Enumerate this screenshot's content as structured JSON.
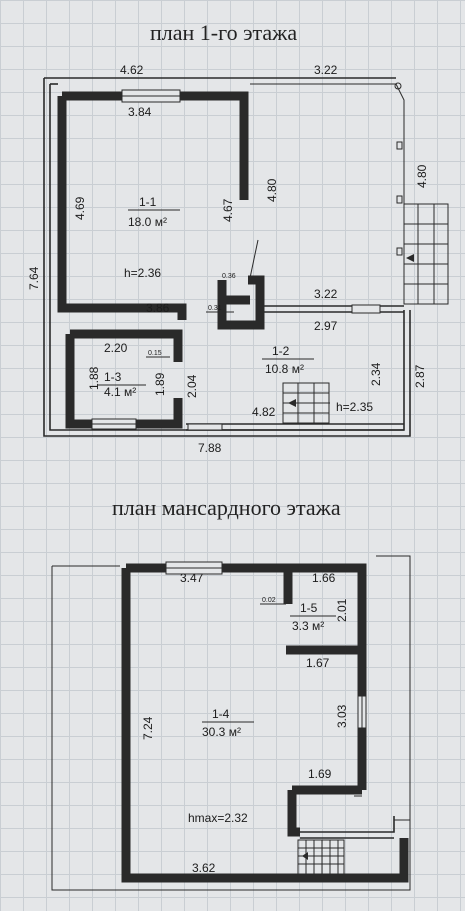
{
  "plan1": {
    "title": "план 1-го этажа",
    "dims": {
      "d462": "4.62",
      "d322a": "3.22",
      "d384": "3.84",
      "d469": "4.69",
      "d467": "4.67",
      "d480a": "4.80",
      "d480b": "4.80",
      "d764": "7.64",
      "d036": "0.36",
      "d031": "0.31",
      "d386": "3.86",
      "d322b": "3.22",
      "d297": "2.97",
      "d220": "2.20",
      "d015": "0.15",
      "d188": "1.88",
      "d189": "1.89",
      "d204": "2.04",
      "d234": "2.34",
      "d287": "2.87",
      "d482": "4.82",
      "d788": "7.88"
    },
    "rooms": [
      {
        "num": "1-1",
        "area": "18.0 м²"
      },
      {
        "num": "1-2",
        "area": "10.8 м²"
      },
      {
        "num": "1-3",
        "area": "4.1 м²"
      }
    ],
    "h1": "h=2.36",
    "h2": "h=2.35"
  },
  "plan2": {
    "title": "план мансардного этажа",
    "dims": {
      "d347": "3.47",
      "d166": "1.66",
      "d002": "0.02",
      "d201": "2.01",
      "d167": "1.67",
      "d724": "7.24",
      "d303": "3.03",
      "d169": "1.69",
      "d362": "3.62"
    },
    "rooms": [
      {
        "num": "1-5",
        "area": "3.3 м²"
      },
      {
        "num": "1-4",
        "area": "30.3 м²"
      }
    ],
    "hmax": "hmax=2.32"
  }
}
